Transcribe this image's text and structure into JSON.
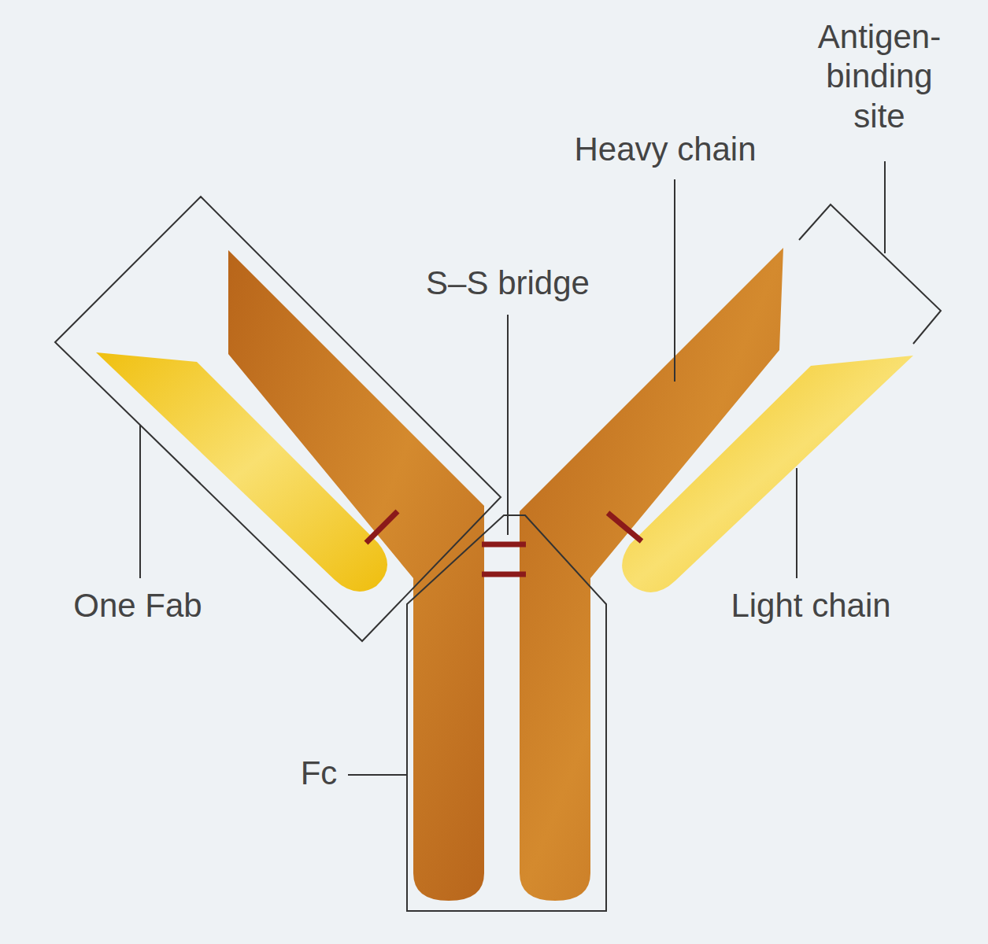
{
  "diagram": {
    "labels": [
      "Antigen-binding site",
      "Heavy chain",
      "S–S bridge",
      "One Fab",
      "Light chain",
      "Fc"
    ]
  }
}
